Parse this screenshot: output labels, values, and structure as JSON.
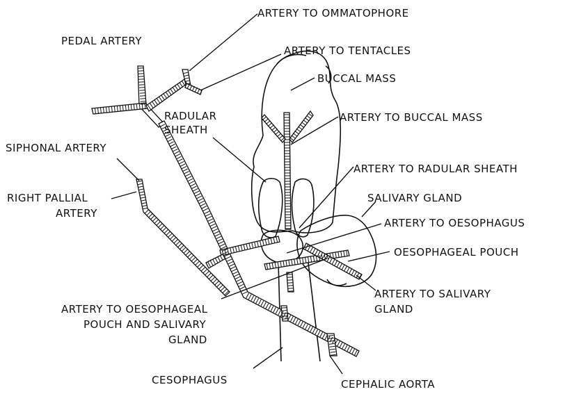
{
  "labels": {
    "artery_to_ommatophore": "ARTERY TO OMMATOPHORE",
    "pedal_artery": "PEDAL ARTERY",
    "artery_to_tentacles": "ARTERY TO TENTACLES",
    "buccal_mass": "BUCCAL MASS",
    "radular_sheath_1": "RADULAR",
    "radular_sheath_2": "SHEATH",
    "artery_to_buccal_mass": "ARTERY TO BUCCAL MASS",
    "siphonal_artery": "SIPHONAL ARTERY",
    "artery_to_radular_sheath": "ARTERY TO RADULAR SHEATH",
    "salivary_gland": "SALIVARY GLAND",
    "right_pallial_1": "RIGHT PALLIAL",
    "right_pallial_2": "ARTERY",
    "artery_to_oesophagus": "ARTERY TO  OESOPHAGUS",
    "oesophageal_pouch": "OESOPHAGEAL POUCH",
    "artery_to_salivary_1": "ARTERY TO SALIVARY",
    "artery_to_salivary_2": "GLAND",
    "artery_to_oes_pouch_1": "ARTERY TO OESOPHAGEAL",
    "artery_to_oes_pouch_2": "POUCH AND SALIVARY",
    "artery_to_oes_pouch_3": "GLAND",
    "oesophagus": "CESOPHAGUS",
    "cephalic_aorta": "CEPHALIC AORTA"
  }
}
